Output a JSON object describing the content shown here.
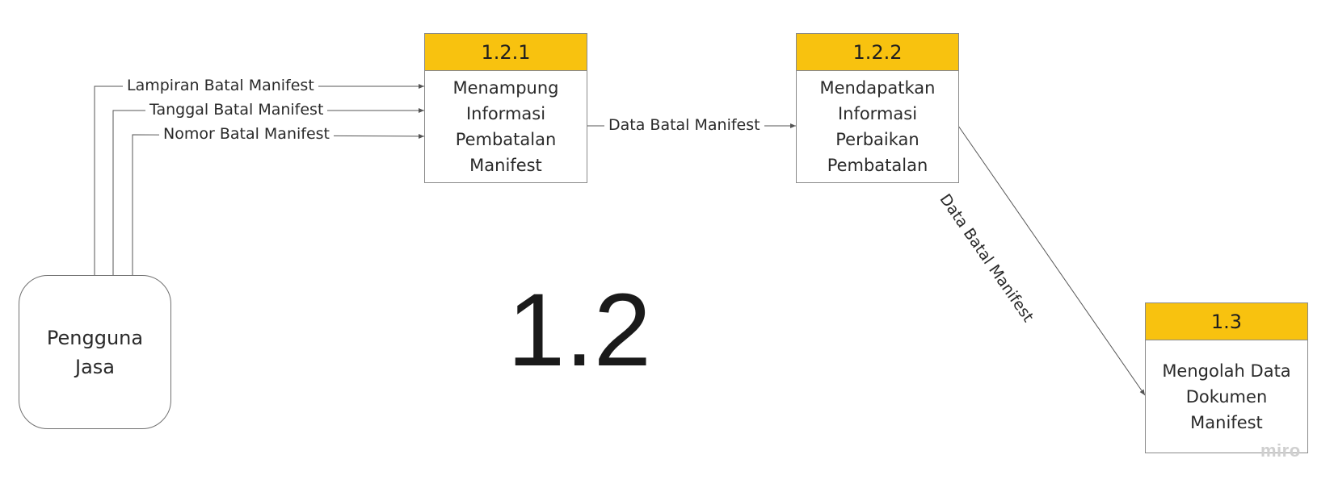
{
  "processes": [
    {
      "id": "1.2.1",
      "label": "Menampung\nInformasi\nPembatalan\nManifest"
    },
    {
      "id": "1.2.2",
      "label": "Mendapatkan\nInformasi\nPerbaikan\nPembatalan"
    },
    {
      "id": "1.3",
      "label": "Mengolah Data\nDokumen\nManifest"
    }
  ],
  "entity": {
    "label": "Pengguna\nJasa"
  },
  "flows": {
    "lampiran": "Lampiran Batal Manifest",
    "tanggal": "Tanggal Batal Manifest",
    "nomor": "Nomor Batal Manifest",
    "data_1": "Data Batal Manifest",
    "data_2": "Data Batal Manifest"
  },
  "diagram_number": "1.2",
  "watermark": "miro",
  "colors": {
    "process_header": "#f8c20f",
    "border": "#8a8a8a",
    "line": "#555555"
  }
}
